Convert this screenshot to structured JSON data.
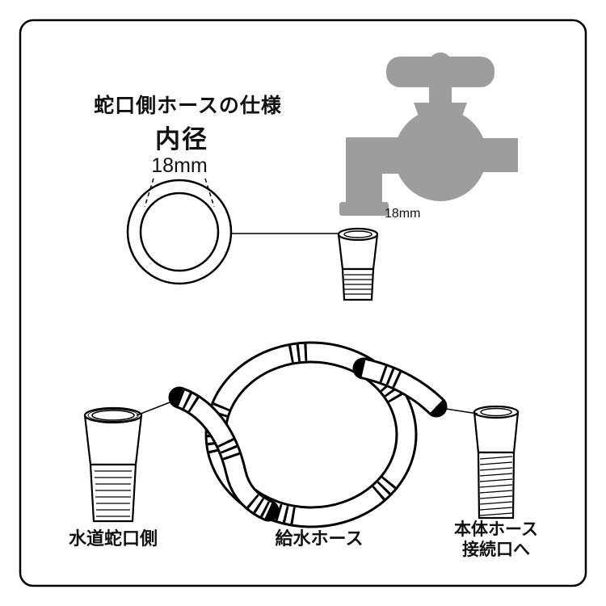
{
  "colors": {
    "background": "#ffffff",
    "border": "#000000",
    "faucet": "#9d9d9d",
    "line": "#000000"
  },
  "spec": {
    "title": "蛇口側ホースの仕様",
    "diameter_label": "内径",
    "diameter_value": "18mm"
  },
  "faucet": {
    "diameter_value": "18mm"
  },
  "parts": {
    "faucet_side_label": "水道蛇口側",
    "hose_label": "給水ホース",
    "unit_side_label_line1": "本体ホース",
    "unit_side_label_line2": "接続口へ"
  }
}
